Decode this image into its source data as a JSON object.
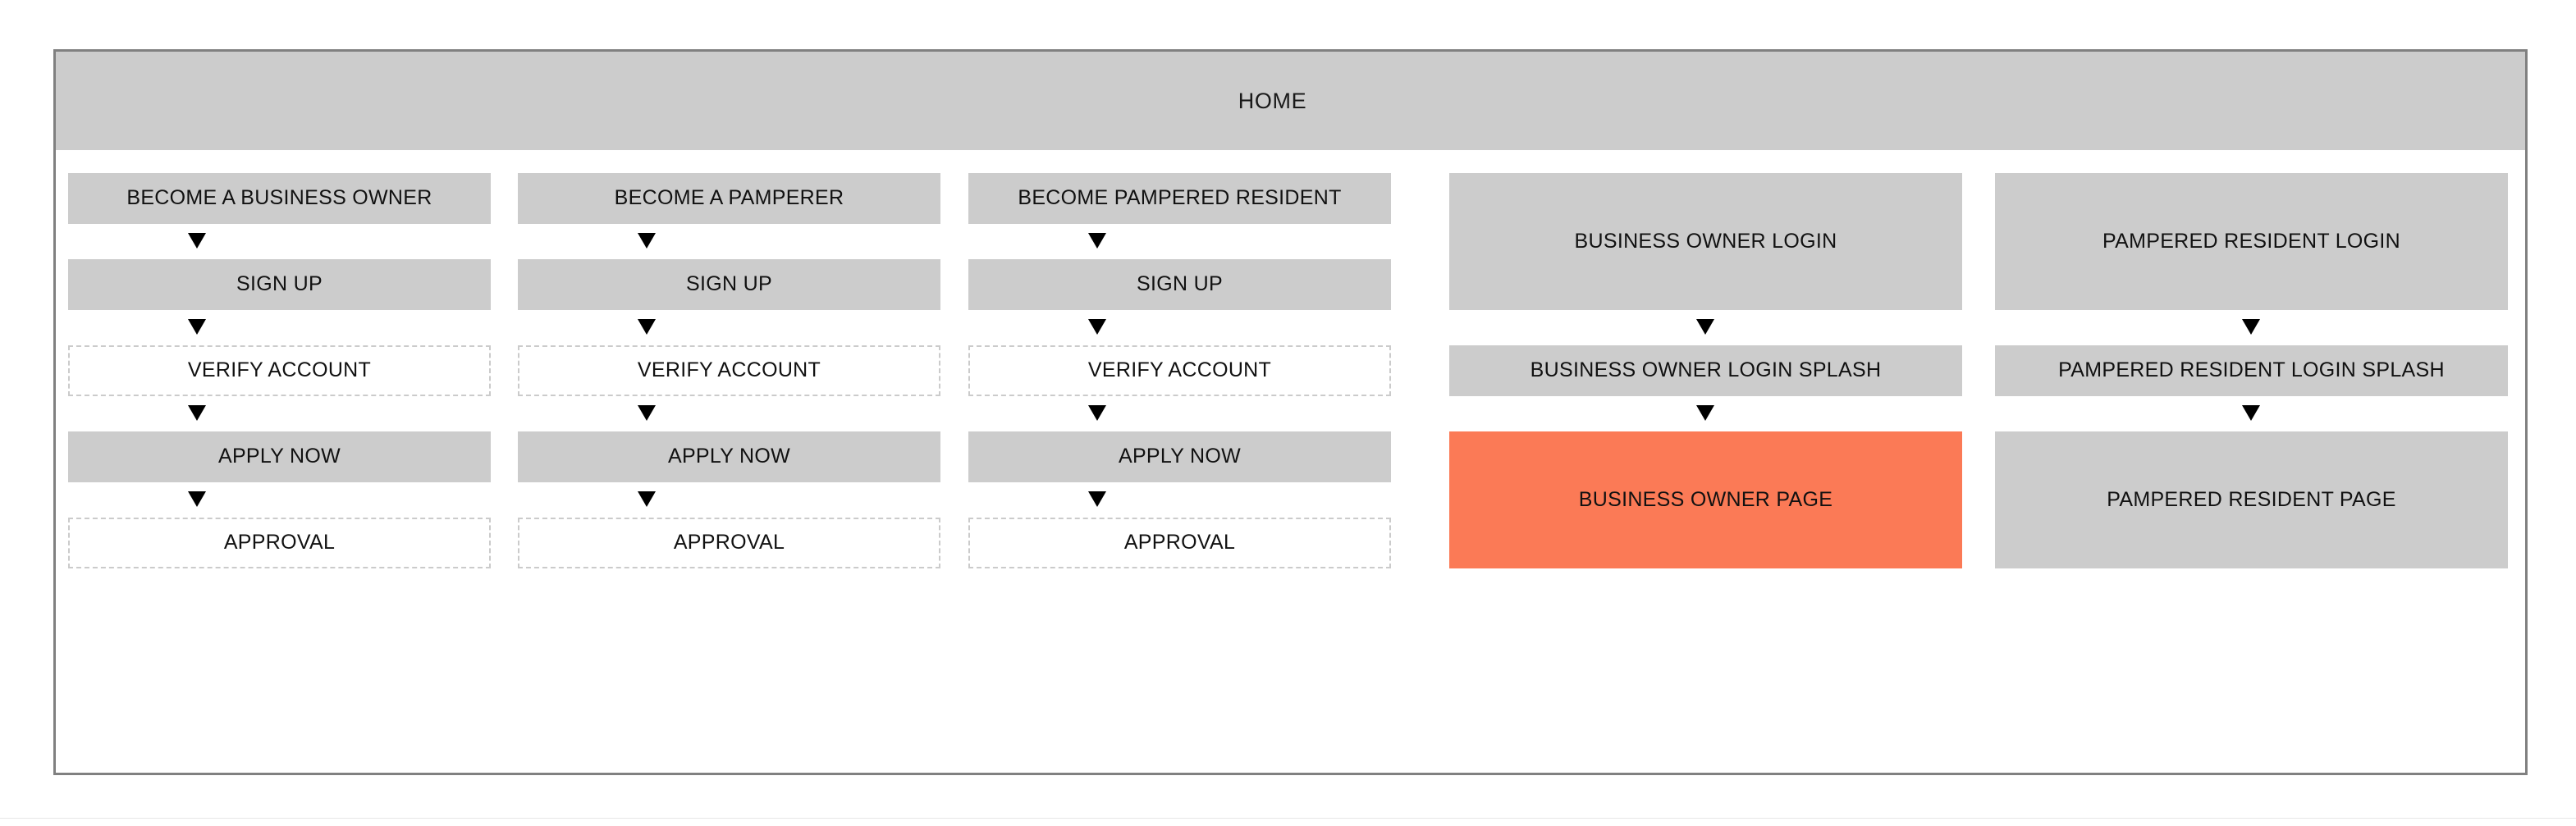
{
  "diagram": {
    "title": "HOME",
    "colors": {
      "node_fill": "#cccccc",
      "accent_fill": "#fb7a56",
      "frame_border": "#808080",
      "ghost_border": "#cbcbcb",
      "text": "#111111",
      "page_background": "#ffffff"
    },
    "header": {
      "label": "HOME"
    },
    "columns": [
      {
        "id": "business-owner-signup",
        "nodes": [
          {
            "label": "BECOME A BUSINESS OWNER",
            "style": "solid"
          },
          {
            "label": "SIGN UP",
            "style": "solid"
          },
          {
            "label": "VERIFY ACCOUNT",
            "style": "ghost"
          },
          {
            "label": "APPLY NOW",
            "style": "solid"
          },
          {
            "label": "APPROVAL",
            "style": "ghost"
          }
        ]
      },
      {
        "id": "pamperer-signup",
        "nodes": [
          {
            "label": "BECOME A PAMPERER",
            "style": "solid"
          },
          {
            "label": "SIGN UP",
            "style": "solid"
          },
          {
            "label": "VERIFY ACCOUNT",
            "style": "ghost"
          },
          {
            "label": "APPLY NOW",
            "style": "solid"
          },
          {
            "label": "APPROVAL",
            "style": "ghost"
          }
        ]
      },
      {
        "id": "pampered-resident-signup",
        "nodes": [
          {
            "label": "BECOME PAMPERED RESIDENT",
            "style": "solid"
          },
          {
            "label": "SIGN UP",
            "style": "solid"
          },
          {
            "label": "VERIFY ACCOUNT",
            "style": "ghost"
          },
          {
            "label": "APPLY NOW",
            "style": "solid"
          },
          {
            "label": "APPROVAL",
            "style": "ghost"
          }
        ]
      },
      {
        "id": "business-owner-login",
        "nodes": [
          {
            "label": "BUSINESS OWNER LOGIN",
            "style": "solid"
          },
          {
            "label": "BUSINESS OWNER LOGIN SPLASH",
            "style": "solid"
          },
          {
            "label": "BUSINESS OWNER PAGE",
            "style": "accent"
          }
        ]
      },
      {
        "id": "pampered-resident-login",
        "nodes": [
          {
            "label": "PAMPERED RESIDENT LOGIN",
            "style": "solid"
          },
          {
            "label": "PAMPERED RESIDENT LOGIN SPLASH",
            "style": "solid"
          },
          {
            "label": "PAMPERED RESIDENT PAGE",
            "style": "solid"
          }
        ]
      }
    ],
    "arrow_icon": "triangle-down-icon"
  }
}
